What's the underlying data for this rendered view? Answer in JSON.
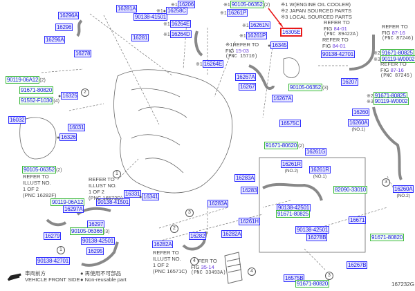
{
  "notes": [
    "※1 W(ENGINE OIL COOLER)",
    "※2 JAPAN SOURCED PARTS",
    "※3 LOCAL SOURCED PARTS"
  ],
  "labels": [
    {
      "text": "16296A",
      "type": "blue"
    },
    {
      "text": "16296",
      "type": "blue"
    },
    {
      "text": "16296A",
      "type": "blue"
    },
    {
      "text": "16278",
      "type": "blue"
    },
    {
      "text": "90119-06A12",
      "type": "green",
      "suffix": "(2)"
    },
    {
      "text": "91671-80820",
      "type": "green"
    },
    {
      "text": "91552-F1030",
      "type": "green",
      "suffix": "(4)"
    },
    {
      "text": "16325",
      "type": "blue",
      "prefix": "●"
    },
    {
      "text": "16032",
      "type": "blue"
    },
    {
      "text": "16031",
      "type": "blue"
    },
    {
      "text": "16326",
      "type": "blue",
      "prefix": "●"
    },
    {
      "text": "16281A",
      "type": "blue"
    },
    {
      "text": "90138-41501",
      "type": "blue"
    },
    {
      "text": "16281",
      "type": "blue"
    },
    {
      "text": "16206",
      "type": "blue",
      "prefix": "※1"
    },
    {
      "text": "16258C",
      "type": "blue",
      "prefix": "※1●"
    },
    {
      "text": "16264E",
      "type": "blue",
      "prefix": "※1"
    },
    {
      "text": "16264D",
      "type": "blue",
      "prefix": "※1"
    },
    {
      "text": "16264E",
      "type": "blue",
      "prefix": "※1"
    },
    {
      "text": "90105-06352",
      "type": "green",
      "prefix": "※1",
      "suffix": "(2)"
    },
    {
      "text": "16261P",
      "type": "blue",
      "prefix": "※1"
    },
    {
      "text": "16261N",
      "type": "blue",
      "prefix": "※1"
    },
    {
      "text": "16261P",
      "type": "blue",
      "prefix": "※1"
    },
    {
      "text": "16305E",
      "type": "red"
    },
    {
      "text": "16345",
      "type": "blue",
      "prefix": "●"
    },
    {
      "text": "90138-42701",
      "type": "blue"
    },
    {
      "text": "16267A",
      "type": "blue"
    },
    {
      "text": "16267",
      "type": "blue"
    },
    {
      "text": "90105-06352",
      "type": "green",
      "suffix": "(3)"
    },
    {
      "text": "16267A",
      "type": "blue"
    },
    {
      "text": "16207",
      "type": "blue"
    },
    {
      "text": "91671-80825",
      "type": "green",
      "prefix": "※2"
    },
    {
      "text": "90119-W0002",
      "type": "green",
      "prefix": "※3"
    },
    {
      "text": "91671-80825",
      "type": "green",
      "prefix": "※2"
    },
    {
      "text": "90119-W0002",
      "type": "green",
      "prefix": "※3"
    },
    {
      "text": "16260",
      "type": "blue"
    },
    {
      "text": "16260A",
      "type": "blue",
      "sub": "(NO.1)"
    },
    {
      "text": "16575C",
      "type": "blue"
    },
    {
      "text": "91671-80620",
      "type": "green",
      "suffix": "(2)"
    },
    {
      "text": "90105-06352",
      "type": "green",
      "suffix": "(2)"
    },
    {
      "text": "16331",
      "type": "blue"
    },
    {
      "text": "16341",
      "type": "blue",
      "prefix": "●"
    },
    {
      "text": "90119-06A12",
      "type": "green"
    },
    {
      "text": "16297A",
      "type": "blue"
    },
    {
      "text": "90138-41501",
      "type": "blue"
    },
    {
      "text": "16279",
      "type": "blue"
    },
    {
      "text": "16297",
      "type": "blue"
    },
    {
      "text": "90105-06366",
      "type": "green",
      "suffix": "(3)"
    },
    {
      "text": "90138-42501",
      "type": "blue"
    },
    {
      "text": "16295",
      "type": "blue"
    },
    {
      "text": "90138-42701",
      "type": "blue"
    },
    {
      "text": "16282A",
      "type": "blue"
    },
    {
      "text": "16282",
      "type": "blue"
    },
    {
      "text": "16282A",
      "type": "blue"
    },
    {
      "text": "16261G",
      "type": "blue"
    },
    {
      "text": "16261R",
      "type": "blue",
      "sub": "(NO.2)"
    },
    {
      "text": "16261R",
      "type": "blue",
      "sub": "(NO.1)"
    },
    {
      "text": "82090-33010",
      "type": "green"
    },
    {
      "text": "16283A",
      "type": "blue"
    },
    {
      "text": "16283",
      "type": "blue"
    },
    {
      "text": "16283A",
      "type": "blue"
    },
    {
      "text": "90138-42501",
      "type": "blue"
    },
    {
      "text": "91671-80825",
      "type": "green"
    },
    {
      "text": "16261H",
      "type": "blue"
    },
    {
      "text": "16671",
      "type": "blue"
    },
    {
      "text": "90138-42501",
      "type": "blue"
    },
    {
      "text": "16278B",
      "type": "blue"
    },
    {
      "text": "91671-80820",
      "type": "green"
    },
    {
      "text": "16260A",
      "type": "blue",
      "sub": "(NO.2)"
    },
    {
      "text": "16267B",
      "type": "blue"
    },
    {
      "text": "16575B",
      "type": "blue"
    },
    {
      "text": "91671-80820",
      "type": "green"
    }
  ],
  "refs": [
    {
      "prefix": "※1",
      "line1": "REFER TO",
      "fig_label": "FIG",
      "fig": "15-03",
      "pnc": "(PNC 15710)"
    },
    {
      "prefix": "",
      "line1": "REFER TO",
      "fig_label": "FIG",
      "fig": "84-01",
      "pnc": "(PNC 89422A)"
    },
    {
      "prefix": "",
      "line1": "REFER TO",
      "fig_label": "FIG",
      "fig": "84-01",
      "pnc": ""
    },
    {
      "prefix": "",
      "line1": "REFER TO",
      "fig_label": "FIG",
      "fig": "87-16",
      "pnc": "(PNC 87246)"
    },
    {
      "prefix": "",
      "line1": "REFER TO",
      "fig_label": "FIG",
      "fig": "87-16",
      "pnc": "(PNC 87245)"
    },
    {
      "prefix": "",
      "line1": "REFER TO",
      "fig_label": "FIG",
      "fig": "35-14",
      "pnc": "(PNC 33493A)"
    }
  ],
  "illust_refs": [
    {
      "line1": "REFER TO",
      "line2": "ILLUST NO.",
      "line3": "1 OF 2",
      "pnc": "(PNC 16282F)"
    },
    {
      "line1": "REFER TO",
      "line2": "ILLUST NO.",
      "line3": "1 OF 2",
      "pnc": "(PNC 16572D)"
    },
    {
      "line1": "REFER TO",
      "line2": "ILLUST NO.",
      "line3": "1 OF 2",
      "pnc": "(PNC 16571C)"
    }
  ],
  "circles": [
    "2",
    "1",
    "1",
    "2",
    "3",
    "4",
    "3",
    "4",
    "3"
  ],
  "legend": {
    "front_jp": "車両前方",
    "front_en": "VEHICLE FRONT SIDE",
    "nonreuse_jp": "● 再使用不可部品",
    "nonreuse_en": "● Non-reusable part"
  },
  "diagram_id": "167232G",
  "colors": {
    "label_blue": "#1818e0",
    "label_green": "#3cb83c",
    "highlight_red": "#e81818"
  }
}
